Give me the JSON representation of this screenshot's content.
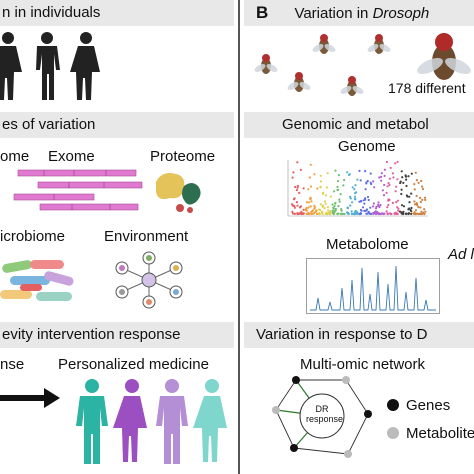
{
  "panelA": {
    "header1": "n in individuals",
    "header2": "es of variation",
    "omics": [
      "ome",
      "Exome",
      "Proteome",
      "icrobiome",
      "Environment"
    ],
    "header3": "evity intervention response",
    "responses": [
      "nse",
      "Personalized medicine"
    ]
  },
  "panelB": {
    "letter": "B",
    "header1_prefix": "Variation in ",
    "header1_italic": "Drosoph",
    "strains": "178 different",
    "header2": "Genomic and metabol",
    "genome": "Genome",
    "metabolome": "Metabolome",
    "diet": "Ad l",
    "header3": "Variation in response to D",
    "network_title": "Multi-omic network",
    "network_center": "DR response",
    "legend_genes": "Genes",
    "legend_metabolites": "Metabolite"
  },
  "colors": {
    "header_bg": "#e8e8e8",
    "person_purple": "#9b4fc0",
    "person_teal": "#2bb3a3",
    "person_lilac": "#b48fd6",
    "person_lightteal": "#7fd6cc",
    "exome_bar": "#e07ad0"
  }
}
